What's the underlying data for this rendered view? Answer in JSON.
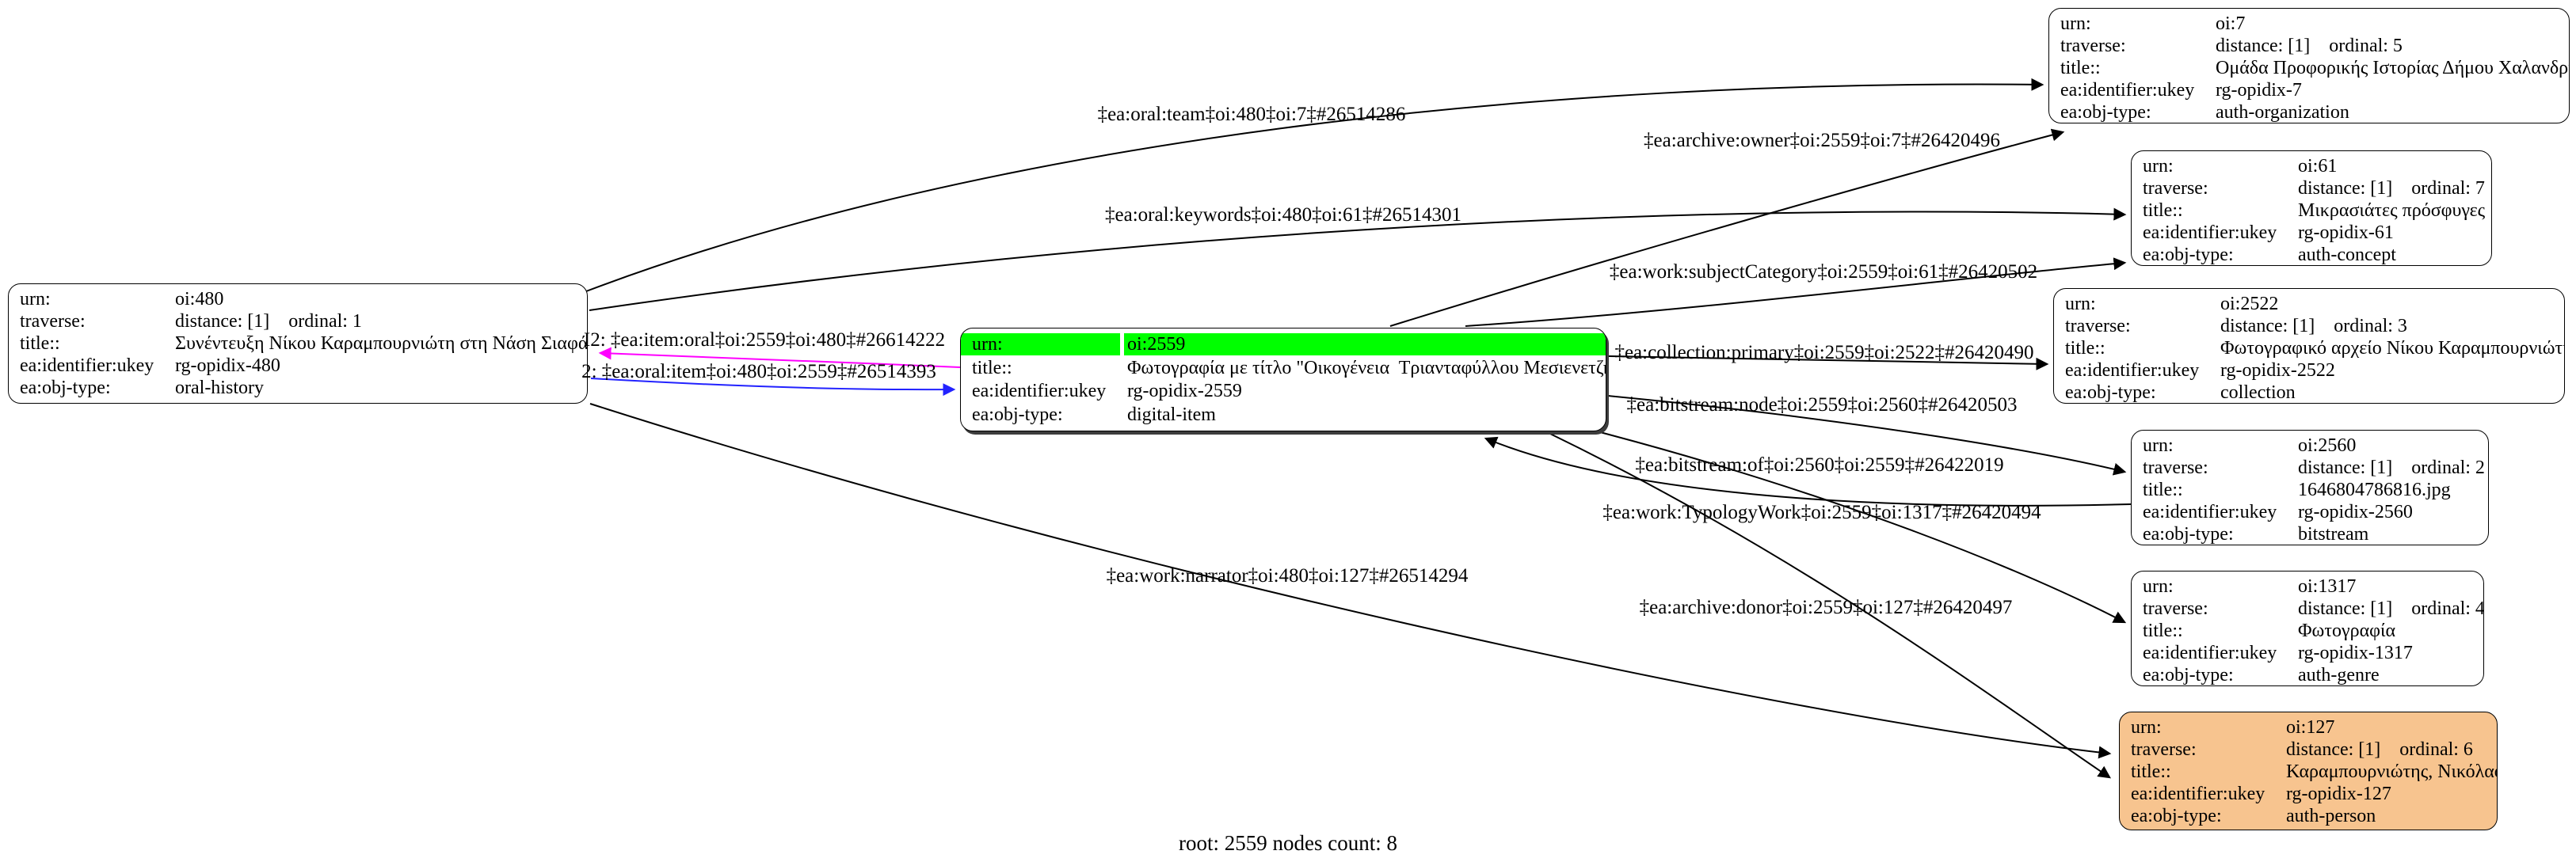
{
  "graph": {
    "caption": "root: 2559 nodes count: 8",
    "colors": {
      "root_highlight": "#00ff00",
      "person_fill": "#f7c48f",
      "edge_default": "#000000",
      "edge_item_oral": "#ff00ff",
      "edge_oral_item": "#2222ff"
    }
  },
  "nodes": [
    {
      "id": "oi:480",
      "rows": [
        {
          "label": "urn:",
          "value": "oi:480"
        },
        {
          "label": "traverse:",
          "value": "distance: [1]    ordinal: 1"
        },
        {
          "label": "title::",
          "value": "Συνέντευξη Νίκου Καραμπουρνιώτη στη Νάση Σιαφάκα"
        },
        {
          "label": "ea:identifier:ukey",
          "value": "rg-opidix-480"
        },
        {
          "label": "ea:obj-type:",
          "value": "oral-history"
        }
      ]
    },
    {
      "id": "oi:2559",
      "rows": [
        {
          "label": "urn:",
          "value": "oi:2559"
        },
        {
          "label": "title::",
          "value": "Φωτογραφία με τίτλο \"Οικογένεια  Τριανταφύλλου Μεσιενετζή\""
        },
        {
          "label": "ea:identifier:ukey",
          "value": "rg-opidix-2559"
        },
        {
          "label": "ea:obj-type:",
          "value": "digital-item"
        }
      ]
    },
    {
      "id": "oi:7",
      "rows": [
        {
          "label": "urn:",
          "value": "oi:7"
        },
        {
          "label": "traverse:",
          "value": "distance: [1]    ordinal: 5"
        },
        {
          "label": "title::",
          "value": "Ομάδα Προφορικής Ιστορίας Δήμου Χαλανδρίου"
        },
        {
          "label": "ea:identifier:ukey",
          "value": "rg-opidix-7"
        },
        {
          "label": "ea:obj-type:",
          "value": "auth-organization"
        }
      ]
    },
    {
      "id": "oi:61",
      "rows": [
        {
          "label": "urn:",
          "value": "oi:61"
        },
        {
          "label": "traverse:",
          "value": "distance: [1]    ordinal: 7"
        },
        {
          "label": "title::",
          "value": "Μικρασιάτες πρόσφυγες"
        },
        {
          "label": "ea:identifier:ukey",
          "value": "rg-opidix-61"
        },
        {
          "label": "ea:obj-type:",
          "value": "auth-concept"
        }
      ]
    },
    {
      "id": "oi:2522",
      "rows": [
        {
          "label": "urn:",
          "value": "oi:2522"
        },
        {
          "label": "traverse:",
          "value": "distance: [1]    ordinal: 3"
        },
        {
          "label": "title::",
          "value": "Φωτογραφικό αρχείο Νίκου Καραμπουρνιώτη"
        },
        {
          "label": "ea:identifier:ukey",
          "value": "rg-opidix-2522"
        },
        {
          "label": "ea:obj-type:",
          "value": "collection"
        }
      ]
    },
    {
      "id": "oi:2560",
      "rows": [
        {
          "label": "urn:",
          "value": "oi:2560"
        },
        {
          "label": "traverse:",
          "value": "distance: [1]    ordinal: 2"
        },
        {
          "label": "title::",
          "value": "1646804786816.jpg"
        },
        {
          "label": "ea:identifier:ukey",
          "value": "rg-opidix-2560"
        },
        {
          "label": "ea:obj-type:",
          "value": "bitstream"
        }
      ]
    },
    {
      "id": "oi:1317",
      "rows": [
        {
          "label": "urn:",
          "value": "oi:1317"
        },
        {
          "label": "traverse:",
          "value": "distance: [1]    ordinal: 4"
        },
        {
          "label": "title::",
          "value": "Φωτογραφία"
        },
        {
          "label": "ea:identifier:ukey",
          "value": "rg-opidix-1317"
        },
        {
          "label": "ea:obj-type:",
          "value": "auth-genre"
        }
      ]
    },
    {
      "id": "oi:127",
      "rows": [
        {
          "label": "urn:",
          "value": "oi:127"
        },
        {
          "label": "traverse:",
          "value": "distance: [1]    ordinal: 6"
        },
        {
          "label": "title::",
          "value": "Καραμπουρνιώτης, Νικόλαος"
        },
        {
          "label": "ea:identifier:ukey",
          "value": "rg-opidix-127"
        },
        {
          "label": "ea:obj-type:",
          "value": "auth-person"
        }
      ]
    }
  ],
  "edges": [
    {
      "label": "‡ea:oral:team‡oi:480‡oi:7‡#26514286"
    },
    {
      "label": "‡ea:archive:owner‡oi:2559‡oi:7‡#26420496"
    },
    {
      "label": "‡ea:oral:keywords‡oi:480‡oi:61‡#26514301"
    },
    {
      "label": "‡ea:work:subjectCategory‡oi:2559‡oi:61‡#26420502"
    },
    {
      "label": "I2: ‡ea:item:oral‡oi:2559‡oi:480‡#26614222"
    },
    {
      "label": "2: ‡ea:oral:item‡oi:480‡oi:2559‡#26514393"
    },
    {
      "label": "‡ea:collection:primary‡oi:2559‡oi:2522‡#26420490"
    },
    {
      "label": "‡ea:bitstream:node‡oi:2559‡oi:2560‡#26420503"
    },
    {
      "label": "‡ea:bitstream:of‡oi:2560‡oi:2559‡#26422019"
    },
    {
      "label": "‡ea:work:TypologyWork‡oi:2559‡oi:1317‡#26420494"
    },
    {
      "label": "‡ea:work:narrator‡oi:480‡oi:127‡#26514294"
    },
    {
      "label": "‡ea:archive:donor‡oi:2559‡oi:127‡#26420497"
    }
  ]
}
